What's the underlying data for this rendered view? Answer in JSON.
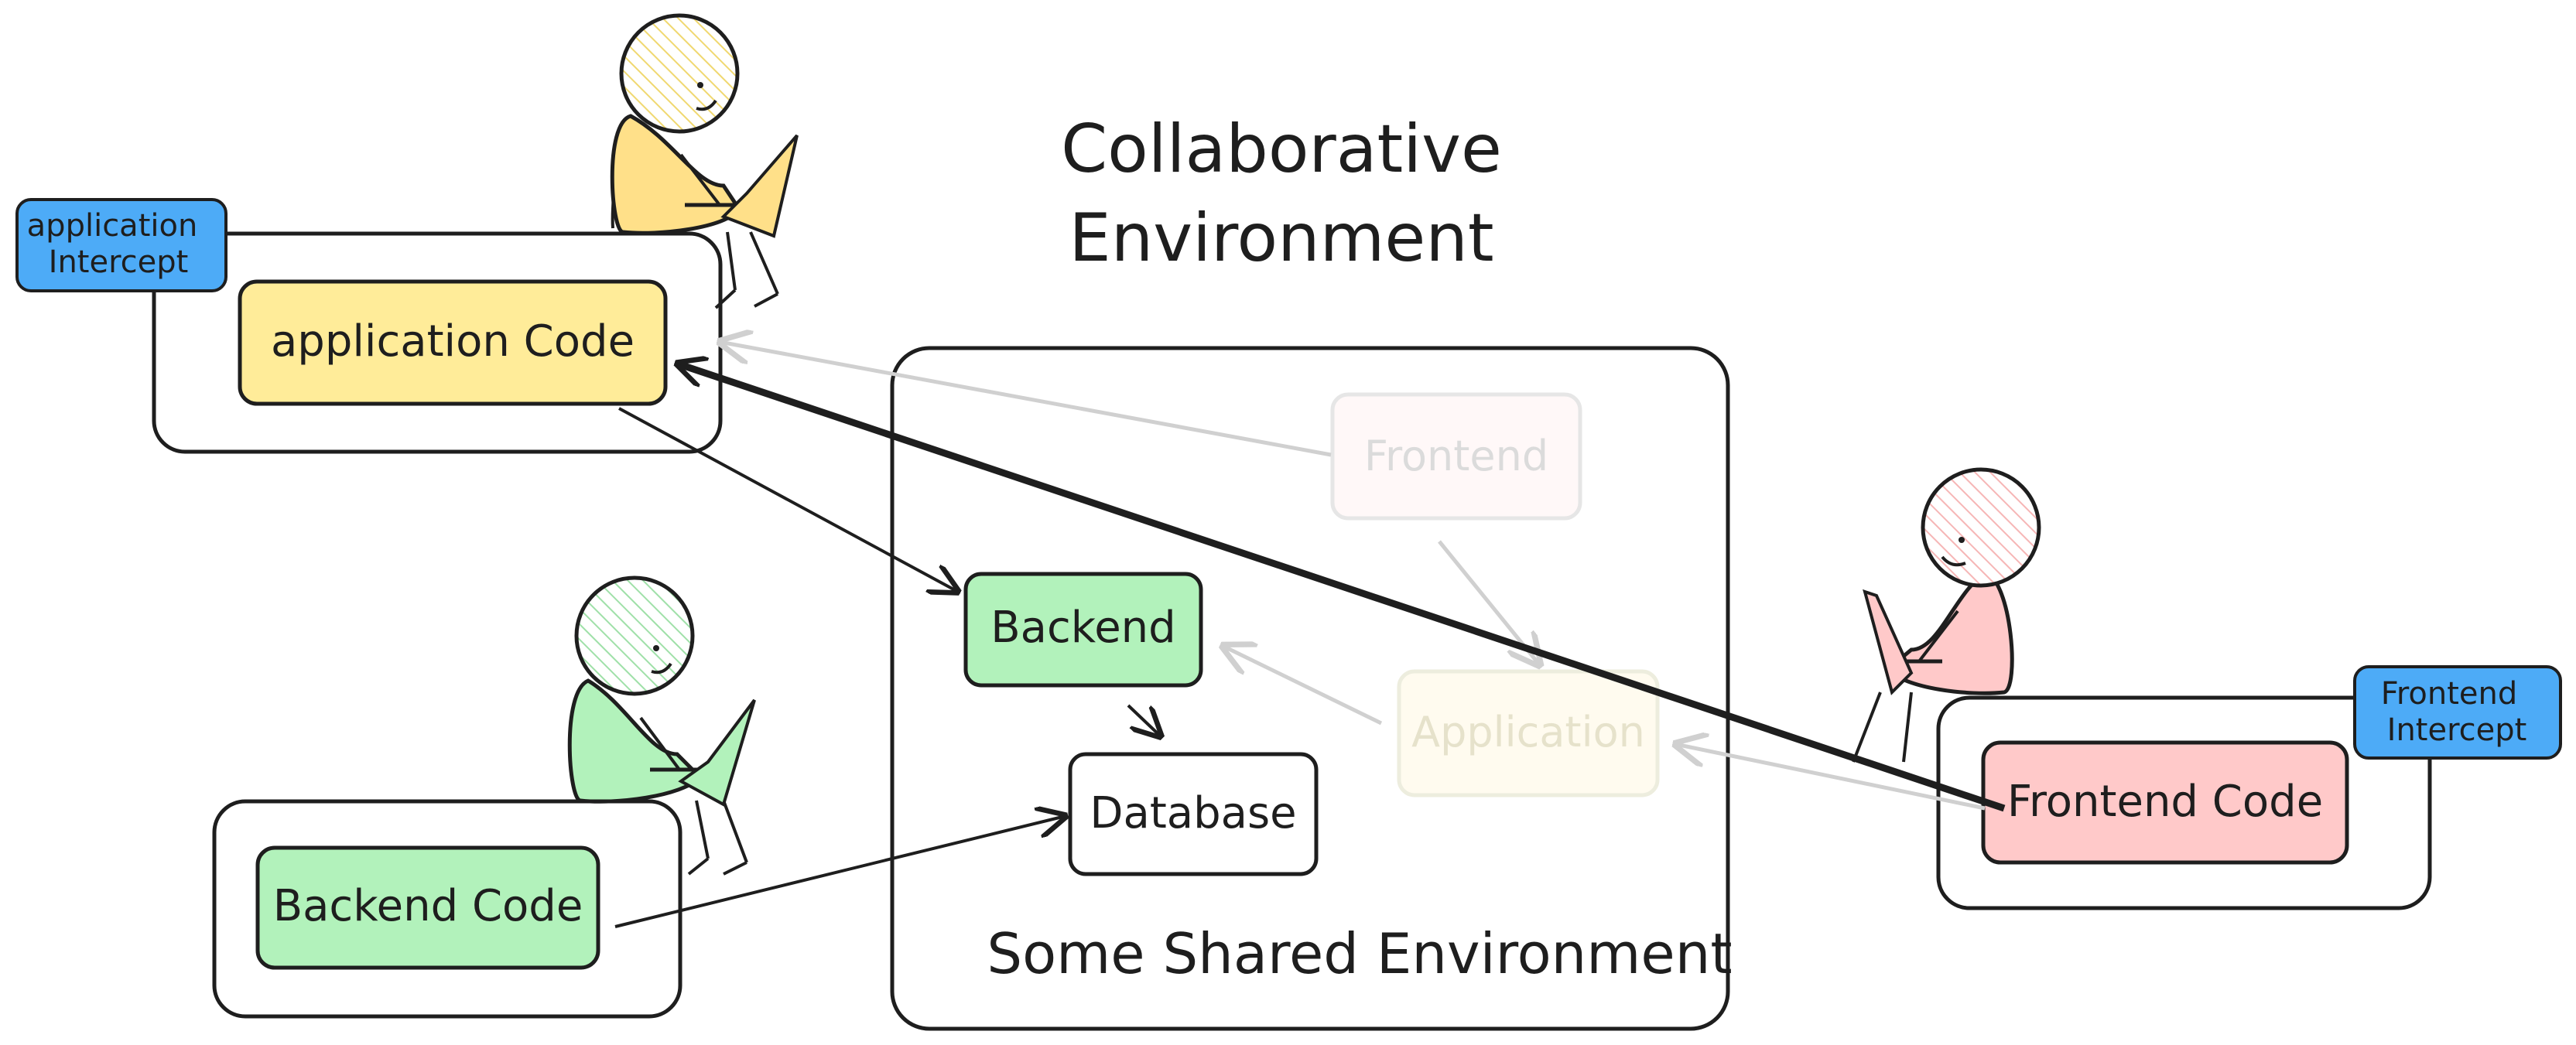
{
  "title": {
    "line1": "Collaborative",
    "line2": "Environment"
  },
  "shared_environment": {
    "label": "Some Shared Environment",
    "nodes": {
      "frontend": "Frontend",
      "application": "Application",
      "backend": "Backend",
      "database": "Database"
    }
  },
  "developers": {
    "application": {
      "code_label": "application Code",
      "intercept_line1": "application",
      "intercept_line2": "Intercept",
      "color": "#ffec99"
    },
    "backend": {
      "code_label": "Backend Code",
      "color": "#b2f2bb"
    },
    "frontend": {
      "code_label": "Frontend Code",
      "intercept_line1": "Frontend",
      "intercept_line2": "Intercept",
      "color": "#ffc9c9"
    }
  },
  "colors": {
    "stroke": "#1e1e1e",
    "intercept_badge": "#4dabf7",
    "faded_arrow": "#d0d0d0"
  }
}
